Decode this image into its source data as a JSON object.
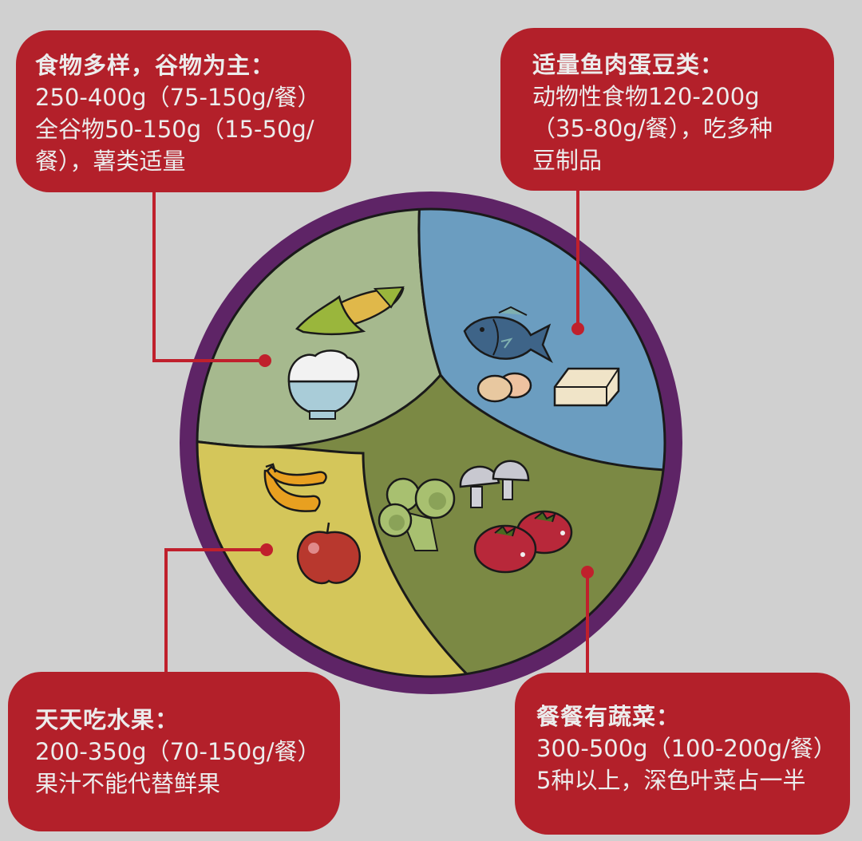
{
  "colors": {
    "background": "#d0d0d0",
    "callout_fill": "#b3202a",
    "callout_text": "#ececec",
    "connector": "#c0202c",
    "plate_rim": "#5e2466",
    "grains_section": "#a6b98e",
    "protein_section": "#6b9dc0",
    "fruit_section": "#d4c65a",
    "vegetable_section": "#7b8944",
    "outline": "#1a1a1a"
  },
  "callouts": {
    "grains": {
      "title": "食物多样，谷物为主：",
      "lines": [
        "250-400g（75-150g/餐）",
        "全谷物50-150g（15-50g/",
        "餐），薯类适量"
      ]
    },
    "protein": {
      "title": "适量鱼肉蛋豆类：",
      "lines": [
        "动物性食物120-200g",
        "（35-80g/餐），吃多种",
        "豆制品"
      ]
    },
    "fruit": {
      "title": "天天吃水果：",
      "lines": [
        "200-350g（70-150g/餐）",
        "果汁不能代替鲜果"
      ]
    },
    "vegetables": {
      "title": "餐餐有蔬菜：",
      "lines": [
        "300-500g（100-200g/餐）",
        "5种以上，深色叶菜占一半"
      ]
    }
  },
  "plate": {
    "sections": [
      {
        "id": "grains",
        "foods": [
          "corn",
          "rice-bowl"
        ]
      },
      {
        "id": "protein",
        "foods": [
          "fish",
          "eggs",
          "tofu"
        ]
      },
      {
        "id": "fruit",
        "foods": [
          "bananas",
          "apple"
        ]
      },
      {
        "id": "vegetables",
        "foods": [
          "broccoli",
          "mushrooms",
          "tomatoes"
        ]
      }
    ]
  }
}
